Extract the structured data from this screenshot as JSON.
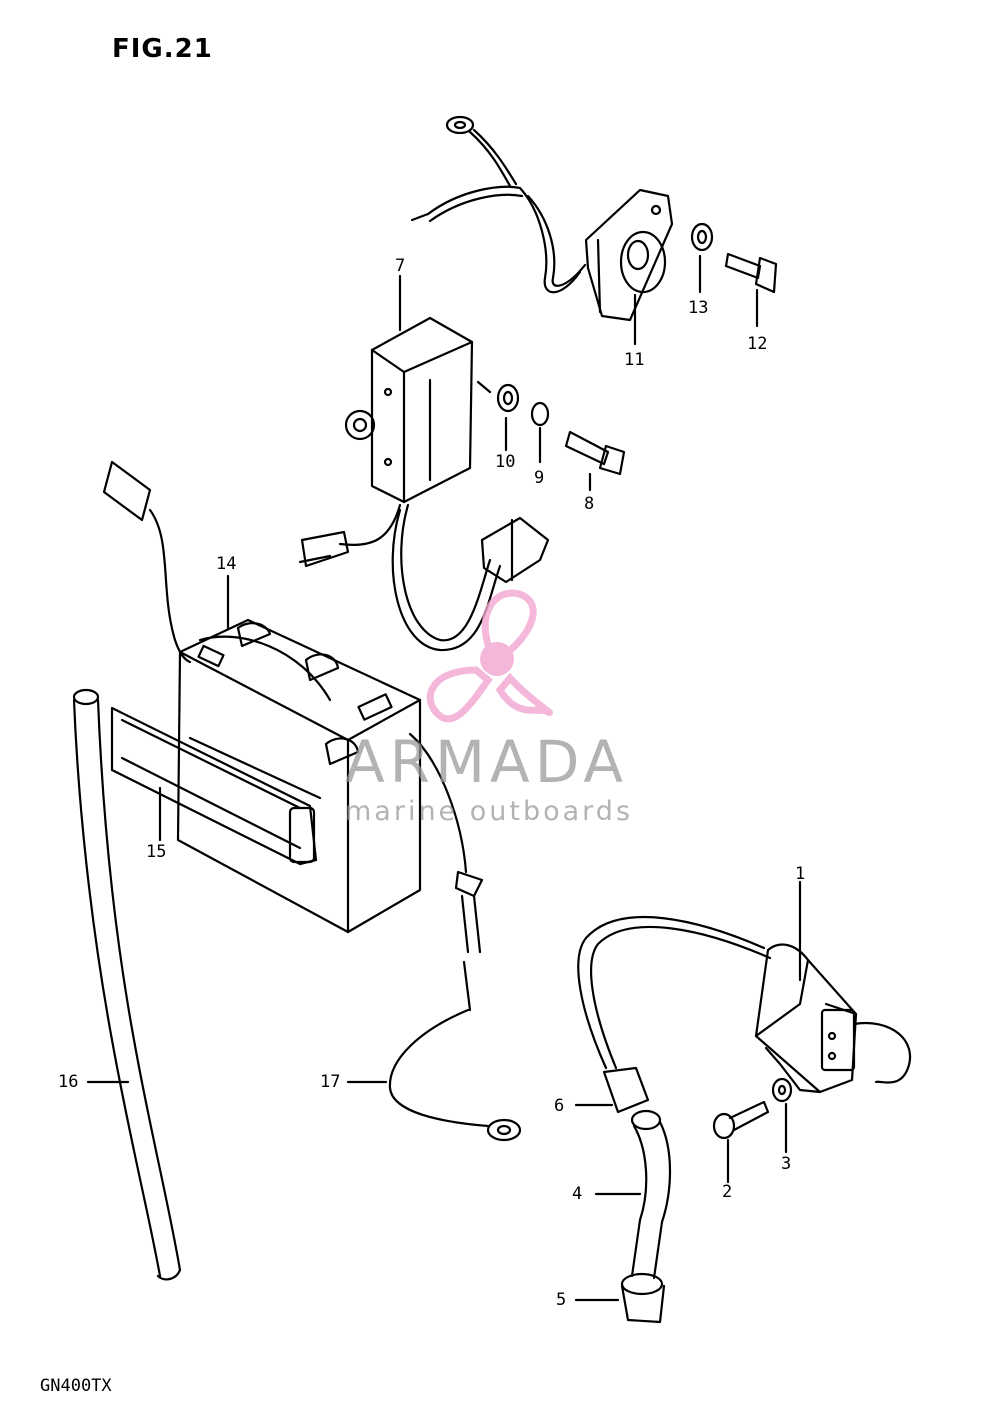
{
  "figure": {
    "title": "FIG.21",
    "model_code": "GN400TX"
  },
  "callouts": [
    "1",
    "2",
    "3",
    "4",
    "5",
    "6",
    "7",
    "8",
    "9",
    "10",
    "11",
    "12",
    "13",
    "14",
    "15",
    "16",
    "17"
  ],
  "watermark": {
    "brand": "ARMADA",
    "tagline": "marine outboards",
    "name_color": "#9a9a9a",
    "tagline_color": "#9a9a9a",
    "logo_color": "#f2a6d2"
  },
  "icons": [
    "propeller-logo-icon"
  ]
}
